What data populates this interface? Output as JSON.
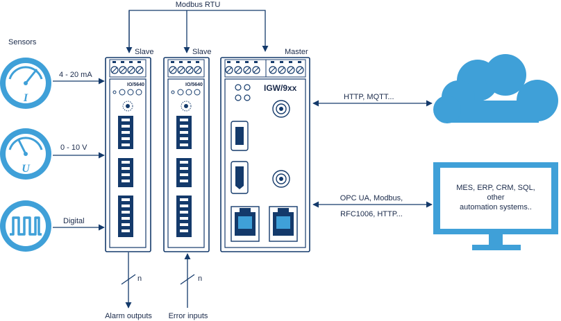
{
  "colors": {
    "navy": "#143a6b",
    "sky": "#3fa0d8",
    "sky_light": "#e8f4fb",
    "white": "#ffffff"
  },
  "labels": {
    "modbus_rtu": "Modbus RTU",
    "slave_1": "Slave",
    "slave_2": "Slave",
    "master": "Master",
    "sensors": "Sensors",
    "current_range": "4 - 20 mA",
    "voltage_range": "0 - 10 V",
    "digital": "Digital",
    "current_symbol": "I",
    "voltage_symbol": "U",
    "module_1_model": "IO/5640",
    "module_2_model": "IO/5640",
    "master_model": "IGW/9xx",
    "cloud_protocols": "HTTP, MQTT...",
    "system_protocols_line1": "OPC UA, Modbus,",
    "system_protocols_line2": "RFC1006, HTTP...",
    "monitor_line1": "MES, ERP, CRM, SQL,",
    "monitor_line2": "other",
    "monitor_line3": "automation systems..",
    "bus_count_1": "n",
    "bus_count_2": "n",
    "alarm_outputs": "Alarm outputs",
    "error_inputs": "Error inputs"
  },
  "icons": {
    "current_sensor": "gauge-icon",
    "voltage_sensor": "gauge-icon",
    "digital_sensor": "square-wave-icon",
    "cloud": "cloud-icon",
    "monitor": "monitor-icon"
  }
}
